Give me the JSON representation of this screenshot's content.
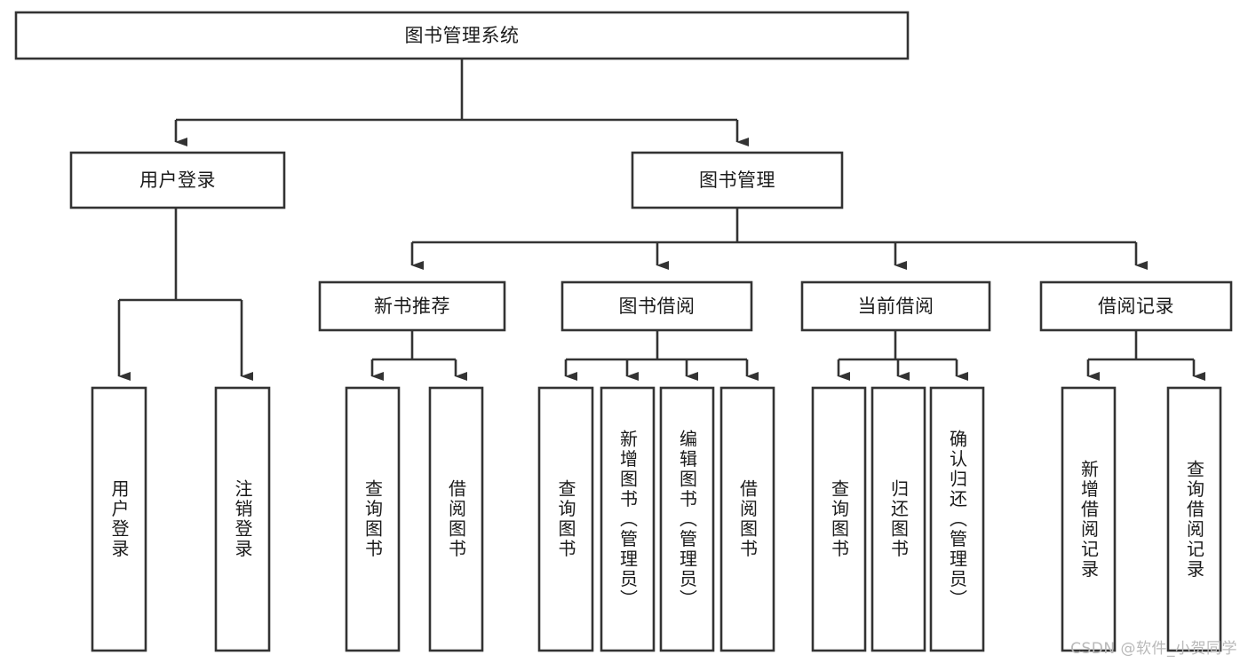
{
  "diagram": {
    "type": "tree",
    "title": "图书管理系统",
    "watermark": "CSDN @软件_小贺同学",
    "colors": {
      "stroke": "#333333",
      "box_fill": "#ffffff",
      "text": "#1b1b1b",
      "watermark": "#b9b9b9",
      "background": "#ffffff"
    },
    "root": {
      "label": "图书管理系统",
      "level": 0
    },
    "level1": [
      {
        "label": "用户登录"
      },
      {
        "label": "图书管理"
      }
    ],
    "level2": [
      {
        "label": "新书推荐",
        "parent": "图书管理"
      },
      {
        "label": "图书借阅",
        "parent": "图书管理"
      },
      {
        "label": "当前借阅",
        "parent": "图书管理"
      },
      {
        "label": "借阅记录",
        "parent": "图书管理"
      }
    ],
    "leaves": {
      "用户登录": [
        {
          "label": "用户登录"
        },
        {
          "label": "注销登录"
        }
      ],
      "新书推荐": [
        {
          "label": "查询图书"
        },
        {
          "label": "借阅图书"
        }
      ],
      "图书借阅": [
        {
          "label": "查询图书"
        },
        {
          "label": "新增图书（管理员）"
        },
        {
          "label": "编辑图书（管理员）"
        },
        {
          "label": "借阅图书"
        }
      ],
      "当前借阅": [
        {
          "label": "查询图书"
        },
        {
          "label": "归还图书"
        },
        {
          "label": "确认归还（管理员）"
        }
      ],
      "借阅记录": [
        {
          "label": "新增借阅记录"
        },
        {
          "label": "查询借阅记录"
        }
      ]
    }
  }
}
